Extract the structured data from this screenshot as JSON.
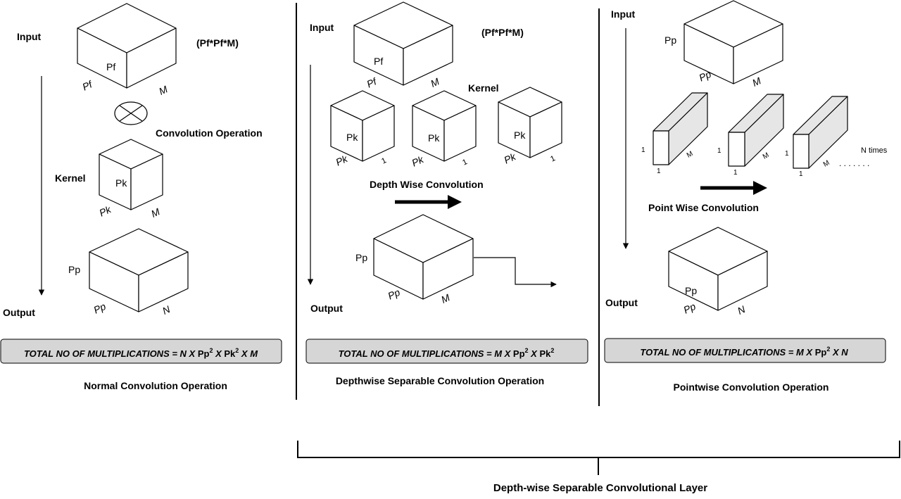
{
  "panels": {
    "normal": {
      "input_label": "Input",
      "output_label": "Output",
      "input_dims": "(Pf*Pf*M)",
      "input_face": "Pf",
      "input_w": "Pf",
      "input_d": "M",
      "operator_label": "Convolution Operation",
      "kernel_label": "Kernel",
      "kernel_face": "Pk",
      "kernel_w": "Pk",
      "kernel_d": "M",
      "output_h": "Pp",
      "output_w": "Pp",
      "output_d": "N",
      "formula_prefix": "TOTAL NO OF MULTIPLICATIONS = N X  ",
      "formula_t1": "Pp",
      "formula_e1": "2",
      "formula_x1": " X  ",
      "formula_t2": "Pk",
      "formula_e2": "2",
      "formula_suffix": " X M",
      "caption": "Normal Convolution Operation"
    },
    "depthwise": {
      "input_label": "Input",
      "output_label": "Output",
      "input_dims": "(Pf*Pf*M)",
      "input_face": "Pf",
      "input_w": "Pf",
      "input_d": "M",
      "kernel_label": "Kernel",
      "kernel_face": "Pk",
      "kernel_w": "Pk",
      "kernel_d": "1",
      "stage_label": "Depth Wise Convolution",
      "output_h": "Pp",
      "output_w": "Pp",
      "output_d": "M",
      "formula_prefix": "TOTAL NO OF MULTIPLICATIONS = M X  ",
      "formula_t1": "Pp",
      "formula_e1": "2",
      "formula_x1": " X  ",
      "formula_t2": "Pk",
      "formula_e2": "2",
      "caption": "Depthwise Separable  Convolution Operation"
    },
    "pointwise": {
      "input_label": "Input",
      "output_label": "Output",
      "input_h": "Pp",
      "input_w": "Pp",
      "input_d": "M",
      "filter_h": "1",
      "filter_w": "1",
      "filter_d": "M",
      "repeat_label": "N times",
      "repeat_dots": ". . . . . . .",
      "stage_label": "Point Wise Convolution",
      "output_face": "Pp",
      "output_w": "Pp",
      "output_d": "N",
      "formula_prefix": "TOTAL NO OF MULTIPLICATIONS = M X  ",
      "formula_t1": "Pp",
      "formula_e1": "2",
      "formula_suffix": " X  N",
      "caption": "Pointwise  Convolution Operation"
    }
  },
  "layer_caption": "Depth-wise Separable Convolutional Layer"
}
